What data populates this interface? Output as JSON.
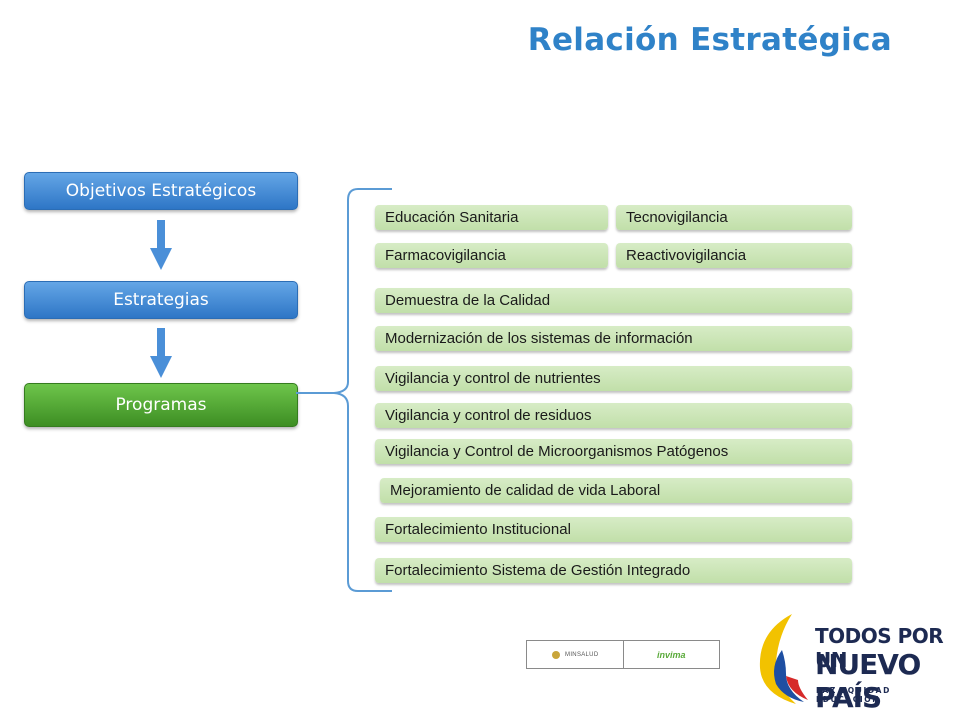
{
  "title": "Relación Estratégica",
  "hierarchy": {
    "objetivos": "Objetivos Estratégicos",
    "estrategias": "Estrategias",
    "programas": "Programas"
  },
  "programs": [
    "Educación Sanitaria",
    "Tecnovigilancia",
    "Farmacovigilancia",
    "Reactivovigilancia",
    "Demuestra de la Calidad",
    "Modernización de los sistemas de información",
    "Vigilancia y control de nutrientes",
    "Vigilancia y control de residuos",
    "Vigilancia y Control de Microorganismos Patógenos",
    "Mejoramiento de calidad de vida Laboral",
    "Fortalecimiento Institucional",
    "Fortalecimiento Sistema de Gestión Integrado"
  ],
  "logos": {
    "minsalud": "MINSALUD",
    "invima": "invima",
    "campaign_line1": "TODOS POR UN",
    "campaign_line2": "NUEVO PAÍS",
    "campaign_line3": "PAZ EQUIDAD EDUCACIÓN"
  },
  "colors": {
    "title": "#2f82c8",
    "hier_blue": "#2e76c6",
    "hier_green": "#3d8e23",
    "pill": "#c9e4b4",
    "connector": "#5b9bd5"
  }
}
